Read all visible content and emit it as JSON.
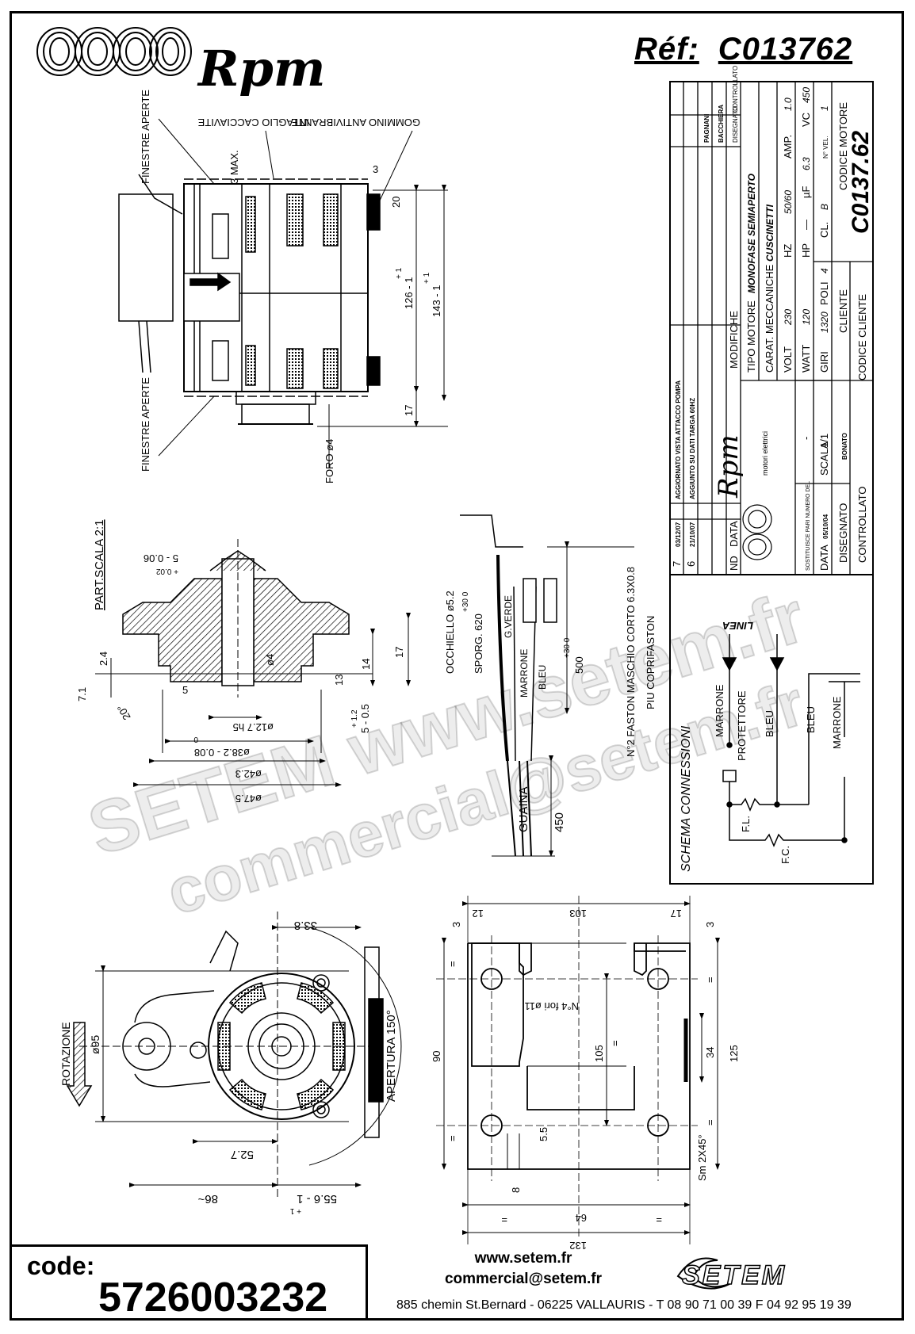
{
  "header": {
    "brand": "Rpm",
    "reference_label": "Réf:",
    "reference_value": "C013762"
  },
  "top_view_labels": {
    "finestre_aperte_top": "FINESTRE APERTE",
    "three_max": "3 MAX.",
    "intaglio": "INTAGLIO CACCIAVITE",
    "gommino": "GOMMINO ANTIVIBRANTE",
    "dim_3": "3",
    "dim_20": "20",
    "dim_126": "126 - 1",
    "dim_126_tol": "+ 1",
    "dim_143": "143 - 1",
    "dim_143_tol": "+ 1",
    "dim_17": "17",
    "finestre_aperte_bottom": "FINESTRE APERTE",
    "foro": "FORO ø4"
  },
  "part_view_labels": {
    "title": "PART.SCALA 2:1",
    "dim_5_a": "5 - 0.06",
    "dim_5_a_tol": "+ 0.02",
    "dim_2_4": "2.4",
    "dim_7_1": "7.1",
    "dim_20deg": "20°",
    "dim_5_b": "5",
    "dim_phi4": "ø4",
    "dim_13": "13",
    "dim_14": "14",
    "dim_17": "17",
    "dim_5_c": "5 - 0.5",
    "dim_5_c_tol": "+ 1.2",
    "dim_phi12": "ø12.7 h5",
    "dim_phi38": "ø38.2 - 0.08",
    "dim_phi38_tol": "0",
    "dim_phi42": "ø42.3",
    "dim_phi47": "ø47.5"
  },
  "cable_labels": {
    "occhiello": "OCCHIELLO ø5.2",
    "sporg": "SPORG. 620",
    "sporg_tol": "+30 0",
    "g_verde": "G.VERDE",
    "marrone": "MARRONE",
    "bleu": "BLEU",
    "dim_500": "500",
    "dim_500_tol": "+30 0",
    "faston": "N°2 FASTON MASCHIO CORTO 6.3X0.8",
    "copri": "PIU COPRIFASTON",
    "guaina": "GUAINA",
    "dim_450": "450"
  },
  "title_block": {
    "revisions": [
      {
        "n": "7",
        "date": "03/12/07",
        "desc": "AGGIORNATO VISTA ATTACCO POMPA"
      },
      {
        "n": "6",
        "date": "21/10/07",
        "desc": "AGGIUNTO SU DATI TARGA 60HZ"
      }
    ],
    "col_nd": "ND",
    "col_data": "DATA",
    "col_modifiche": "MODIFICHE",
    "col_disegnato": "DISEGNATO",
    "col_controllato": "CONTROLLATO",
    "names": [
      "PAGNANI",
      "BACCHIERA"
    ],
    "tipo_motore_label": "TIPO MOTORE",
    "tipo_motore": "MONOFASE SEMIAPERTO",
    "carat_label": "CARAT. MECCANICHE",
    "carat": "CUSCINETTI",
    "row1": [
      "VOLT",
      "230",
      "HZ",
      "50/60",
      "AMP.",
      "1.0"
    ],
    "row2": [
      "WATT",
      "120",
      "HP",
      "—",
      "µF",
      "6.3",
      "VC",
      "450"
    ],
    "row3": [
      "GIRI",
      "1320",
      "POLI",
      "4",
      "CL.",
      "B",
      "N° VEL.",
      "1"
    ],
    "cliente_label": "CLIENTE",
    "codice_motore_label": "CODICE MOTORE",
    "codice_motore": "C0137.62",
    "codice_cliente_label": "CODICE CLIENTE",
    "rpm_sub": "motori elettrici",
    "sostituisce": "SOSTITUISCE PARI NUMERO DEL",
    "sostituisce_val": "-",
    "data_label": "DATA",
    "data_val": "05/10/04",
    "scala_label": "SCALA",
    "scala_val": "1/1",
    "disegnato_label": "DISEGNATO",
    "disegnato_val": "BONATO",
    "controllato_label": "CONTROLLATO"
  },
  "schema": {
    "title": "SCHEMA CONNESSIONI",
    "linea": "LINEA",
    "marrone": "MARRONE",
    "protettore": "PROTETTORE",
    "bleu_1": "BLEU",
    "bleu_2": "BLEU",
    "marrone_2": "MARRONE",
    "fl": "F.L.",
    "fc": "F.C."
  },
  "front_view_labels": {
    "dim_33_8": "33.8",
    "rotazione": "ROTAZIONE",
    "dim_phi95": "ø95",
    "apertura": "APERTURA 150°",
    "dim_52_7": "52.7",
    "dim_86": "86~",
    "dim_55_6": "55.6 - 1",
    "dim_55_6_tol": "+ 1"
  },
  "base_view_labels": {
    "dim_103": "103",
    "dim_12": "12",
    "dim_17": "17",
    "dim_3_a": "3",
    "dim_3_b": "3",
    "fori": "N°4 fori ø11",
    "dim_90": "90",
    "dim_105": "105",
    "dim_34": "34",
    "dim_125": "125",
    "dim_5_5": "5.5",
    "dim_8": "8",
    "dim_64": "64",
    "dim_132": "132",
    "sm": "Sm 2X45°",
    "eq": "="
  },
  "watermarks": [
    "SETEM www.setem.fr",
    "commercial@setem.fr"
  ],
  "footer": {
    "code_label": "code:",
    "code_value": "5726003232",
    "website": "www.setem.fr",
    "email": "commercial@setem.fr",
    "company": "SETEM",
    "address": "885 chemin St.Bernard  -  06225 VALLAURIS  -  T 08 90 71 00 39  F 04 92 95 19 39"
  }
}
